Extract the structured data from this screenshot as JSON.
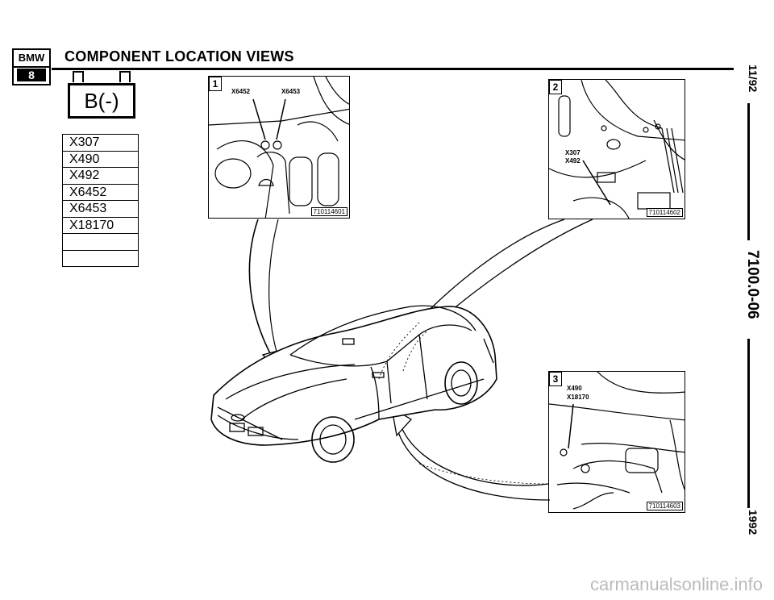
{
  "header": {
    "logo_top": "BMW",
    "logo_bottom": "8",
    "title": "COMPONENT LOCATION VIEWS"
  },
  "ground_plate": {
    "label": "B(-)"
  },
  "connectors": [
    "X307",
    "X490",
    "X492",
    "X6452",
    "X6453",
    "X18170",
    "",
    ""
  ],
  "side_margin": {
    "date": "11/92",
    "page_number": "7100.0-06",
    "year": "1992"
  },
  "views": [
    {
      "number": "1",
      "labels": [
        "X6452",
        "X6453"
      ],
      "code": "710114601"
    },
    {
      "number": "2",
      "labels": [
        "X307",
        "X492"
      ],
      "code": "710114602"
    },
    {
      "number": "3",
      "labels": [
        "X490",
        "X18170"
      ],
      "code": "710114603"
    }
  ],
  "footer": {
    "watermark": "carmanualsonline.info"
  }
}
